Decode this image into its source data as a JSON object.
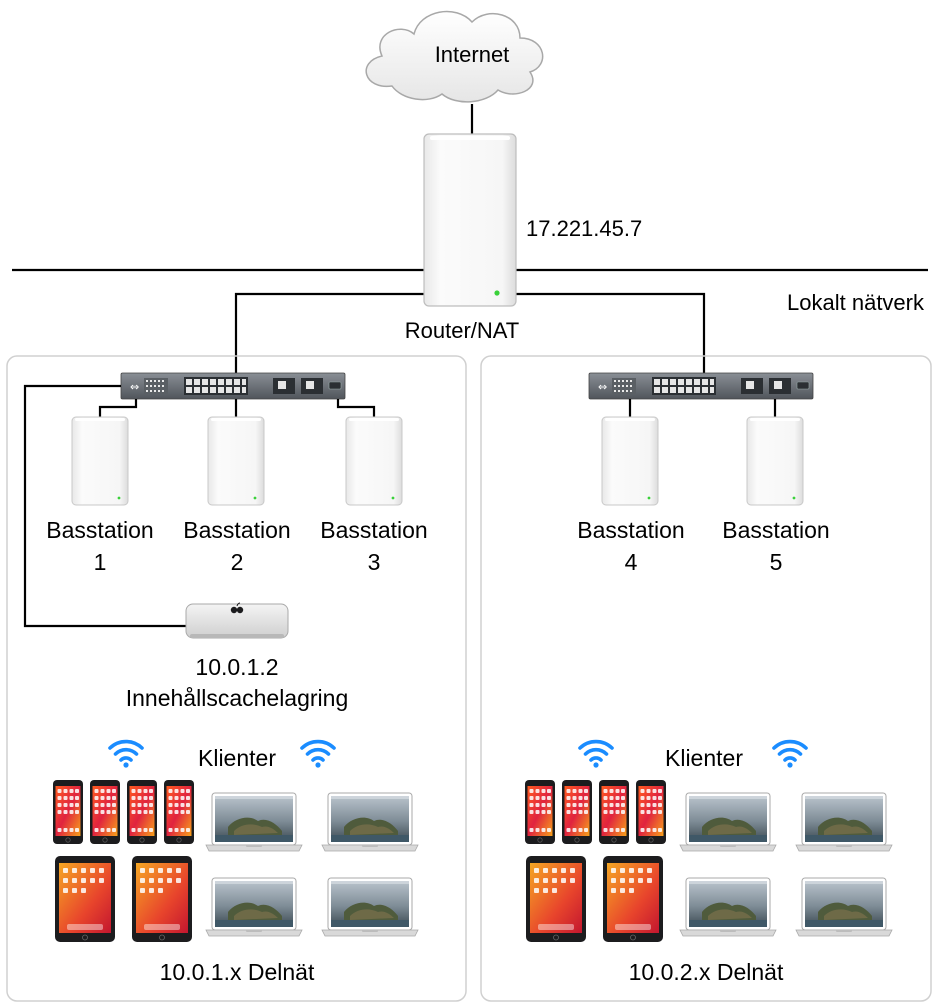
{
  "internet": {
    "label": "Internet"
  },
  "router": {
    "label": "Router/NAT",
    "ip": "17.221.45.7"
  },
  "network": {
    "label": "Lokalt nätverk"
  },
  "left_subnet": {
    "stations": [
      {
        "name": "Basstation",
        "num": "1"
      },
      {
        "name": "Basstation",
        "num": "2"
      },
      {
        "name": "Basstation",
        "num": "3"
      }
    ],
    "cache": {
      "ip": "10.0.1.2",
      "label": "Innehållscachelagring"
    },
    "clients_label": "Klienter",
    "subnet_label": "10.0.1.x Delnät"
  },
  "right_subnet": {
    "stations": [
      {
        "name": "Basstation",
        "num": "4"
      },
      {
        "name": "Basstation",
        "num": "5"
      }
    ],
    "clients_label": "Klienter",
    "subnet_label": "10.0.2.x Delnät"
  },
  "colors": {
    "wifi": "#1a8cff",
    "line": "#000000",
    "panel_border": "#d0d0d0",
    "status_led": "#3ad13a"
  },
  "icons": {
    "cloud": "cloud-icon",
    "router": "airport-router-icon",
    "switch": "ethernet-switch-icon",
    "base_station": "airport-base-station-icon",
    "cache_server": "mac-mini-icon",
    "wifi": "wifi-icon",
    "phone": "iphone-icon",
    "tablet": "ipad-icon",
    "laptop": "macbook-icon"
  }
}
